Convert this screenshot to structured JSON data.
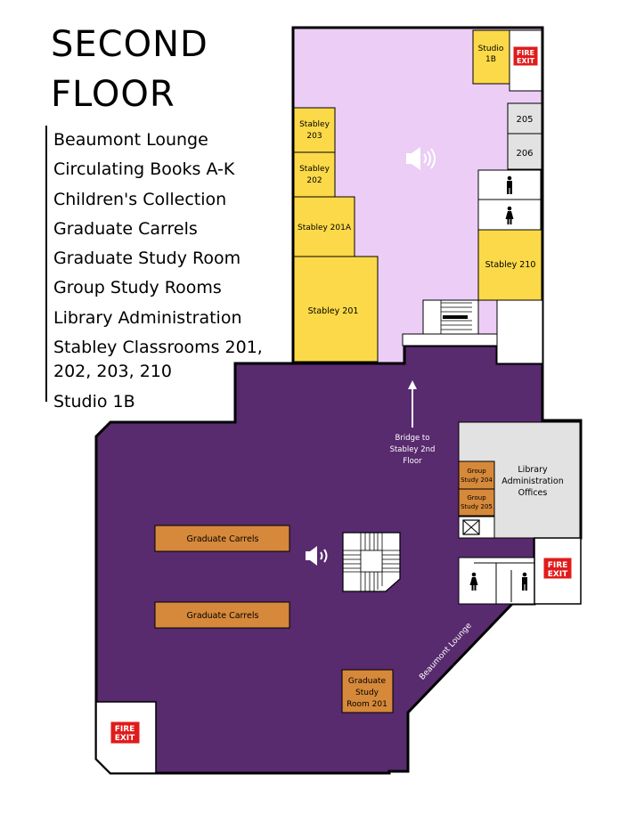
{
  "title": {
    "line1": "SECOND",
    "line2": "FLOOR"
  },
  "legend": [
    "Beaumont Lounge",
    "Circulating Books A-K",
    "Children's Collection",
    "Graduate Carrels",
    "Graduate Study Room",
    "Group Study Rooms",
    "Library Administration",
    "Stabley Classrooms 201,",
    "202, 203, 210",
    "Studio 1B"
  ],
  "rooms": {
    "studio_1b": [
      "Studio",
      "1B"
    ],
    "room_205": "205",
    "room_206": "206",
    "stabley_203": [
      "Stabley",
      "203"
    ],
    "stabley_202": [
      "Stabley",
      "202"
    ],
    "stabley_201a": "Stabley 201A",
    "stabley_201": "Stabley 201",
    "stabley_210": "Stabley 210",
    "group_study_204": [
      "Group",
      "Study 204"
    ],
    "group_study_205": [
      "Group",
      "Study 205"
    ],
    "library_admin": [
      "Library",
      "Administration",
      "Offices"
    ],
    "graduate_carrels_1": "Graduate Carrels",
    "graduate_carrels_2": "Graduate Carrels",
    "graduate_study_room": [
      "Graduate",
      "Study",
      "Room 201"
    ]
  },
  "labels": {
    "bridge": [
      "Bridge to",
      "Stabley 2nd",
      "Floor"
    ],
    "beaumont_lounge": "Beaumont Lounge",
    "fire_exit": [
      "FIRE",
      "EXIT"
    ]
  },
  "colors": {
    "purple": "#582a6e",
    "lavender": "#ebcdf5",
    "yellow": "#fcd948",
    "orange": "#d6893a",
    "gray": "#e2e2e2",
    "fire_red": "#e01b1b"
  }
}
